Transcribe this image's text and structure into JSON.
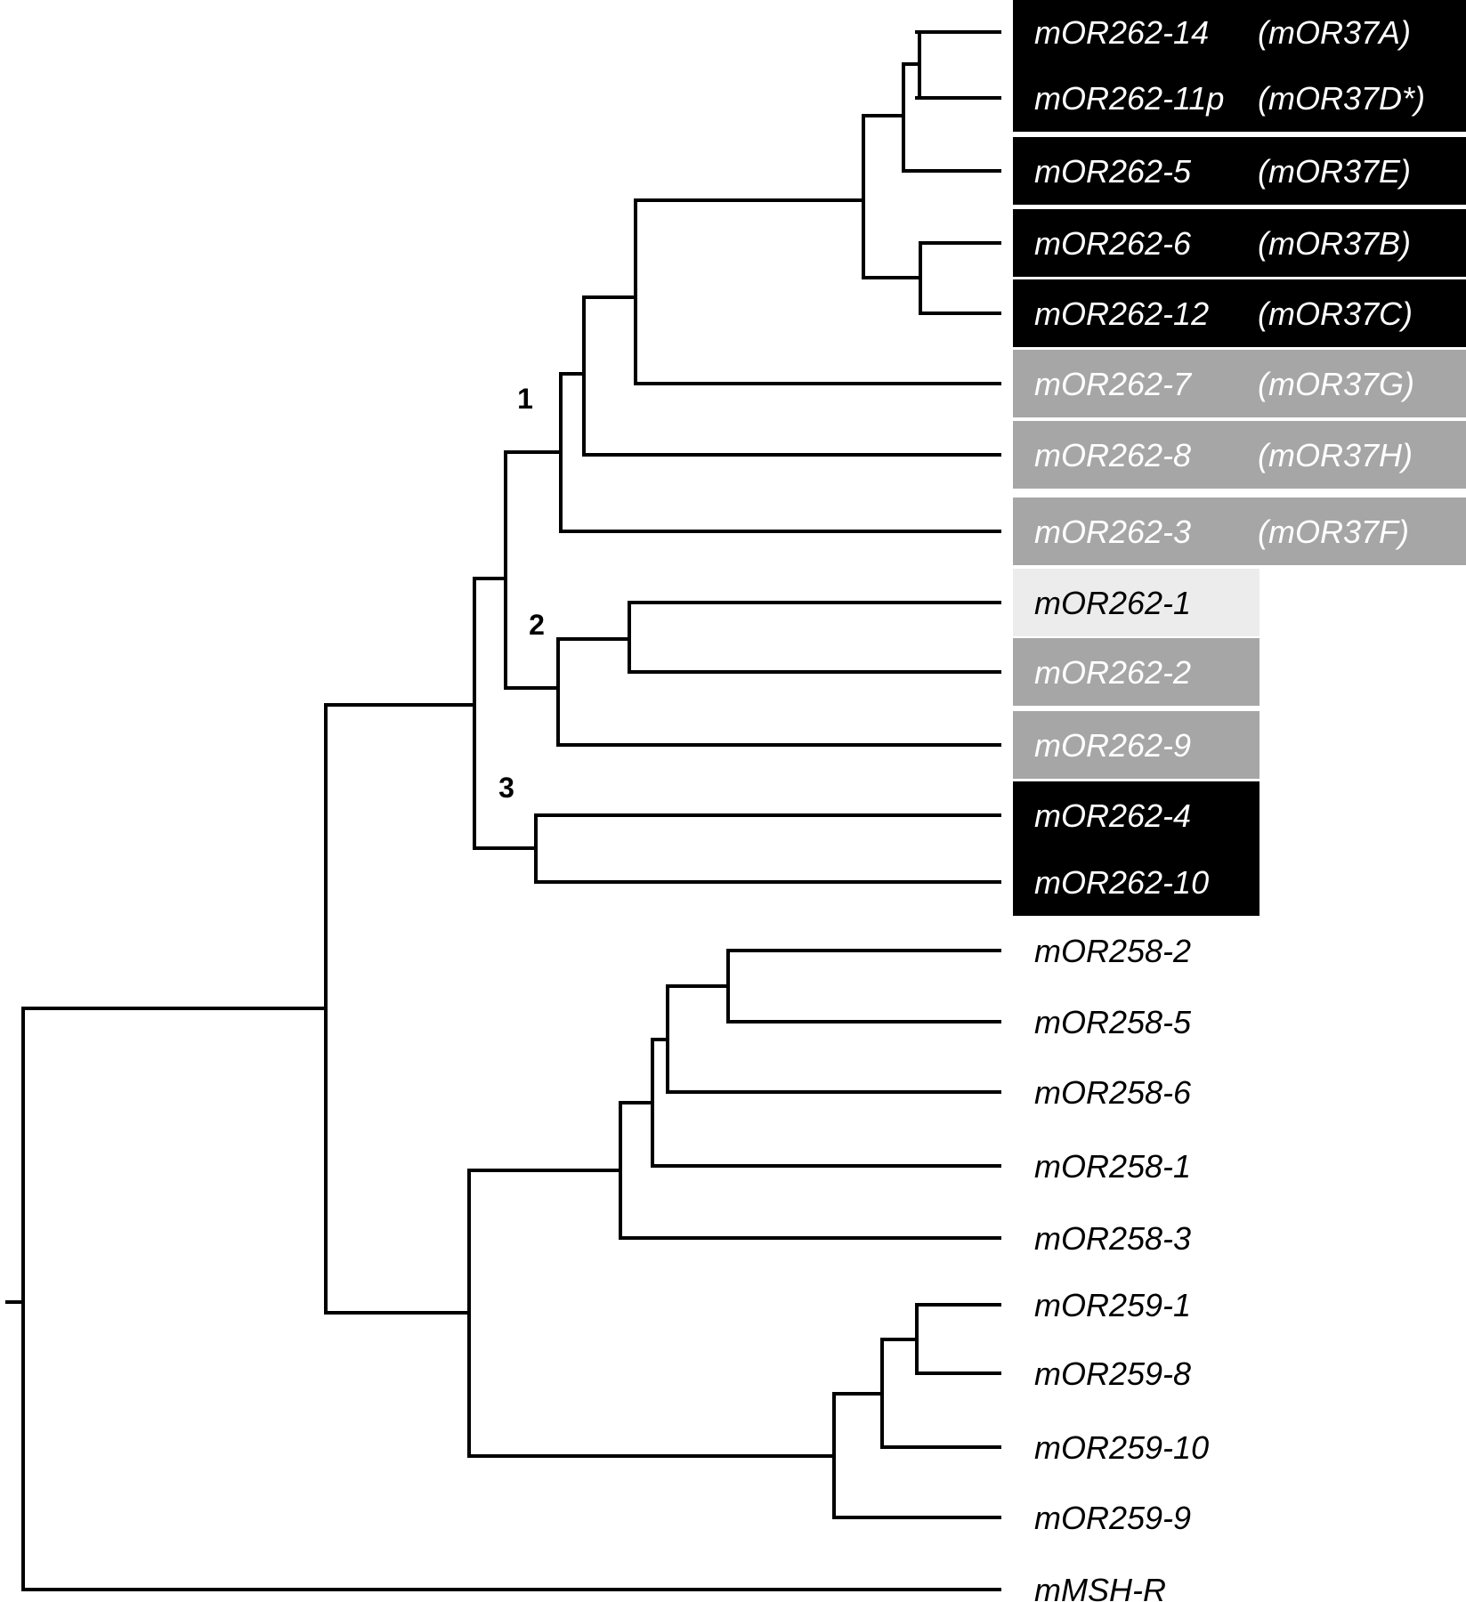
{
  "colors": {
    "branch": "#000000",
    "box_black": "#000000",
    "box_grey": "#a6a6a6",
    "box_light": "#ececec",
    "text_on_dark": "#ffffff",
    "text_on_light": "#000000"
  },
  "clade_labels": [
    "1",
    "2",
    "3"
  ],
  "leaves": [
    {
      "name": "mOR262-14",
      "alias": "(mOR37A)",
      "box": "black"
    },
    {
      "name": "mOR262-11p",
      "alias": "(mOR37D*)",
      "box": "black"
    },
    {
      "name": "mOR262-5",
      "alias": "(mOR37E)",
      "box": "black"
    },
    {
      "name": "mOR262-6",
      "alias": "(mOR37B)",
      "box": "black"
    },
    {
      "name": "mOR262-12",
      "alias": "(mOR37C)",
      "box": "black"
    },
    {
      "name": "mOR262-7",
      "alias": "(mOR37G)",
      "box": "grey"
    },
    {
      "name": "mOR262-8",
      "alias": "(mOR37H)",
      "box": "grey"
    },
    {
      "name": "mOR262-3",
      "alias": "(mOR37F)",
      "box": "grey"
    },
    {
      "name": "mOR262-1",
      "alias": "",
      "box": "light"
    },
    {
      "name": "mOR262-2",
      "alias": "",
      "box": "grey"
    },
    {
      "name": "mOR262-9",
      "alias": "",
      "box": "grey"
    },
    {
      "name": "mOR262-4",
      "alias": "",
      "box": "black"
    },
    {
      "name": "mOR262-10",
      "alias": "",
      "box": "black"
    },
    {
      "name": "mOR258-2",
      "alias": "",
      "box": "none"
    },
    {
      "name": "mOR258-5",
      "alias": "",
      "box": "none"
    },
    {
      "name": "mOR258-6",
      "alias": "",
      "box": "none"
    },
    {
      "name": "mOR258-1",
      "alias": "",
      "box": "none"
    },
    {
      "name": "mOR258-3",
      "alias": "",
      "box": "none"
    },
    {
      "name": "mOR259-1",
      "alias": "",
      "box": "none"
    },
    {
      "name": "mOR259-8",
      "alias": "",
      "box": "none"
    },
    {
      "name": "mOR259-10",
      "alias": "",
      "box": "none"
    },
    {
      "name": "mOR259-9",
      "alias": "",
      "box": "none"
    },
    {
      "name": "mMSH-R",
      "alias": "",
      "box": "none"
    }
  ]
}
